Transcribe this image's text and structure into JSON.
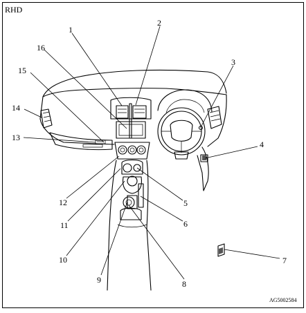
{
  "figure": {
    "header": "RHD",
    "code": "AG5002584",
    "callouts": [
      "1",
      "2",
      "3",
      "4",
      "5",
      "6",
      "7",
      "8",
      "9",
      "10",
      "11",
      "12",
      "13",
      "14",
      "15",
      "16"
    ]
  }
}
